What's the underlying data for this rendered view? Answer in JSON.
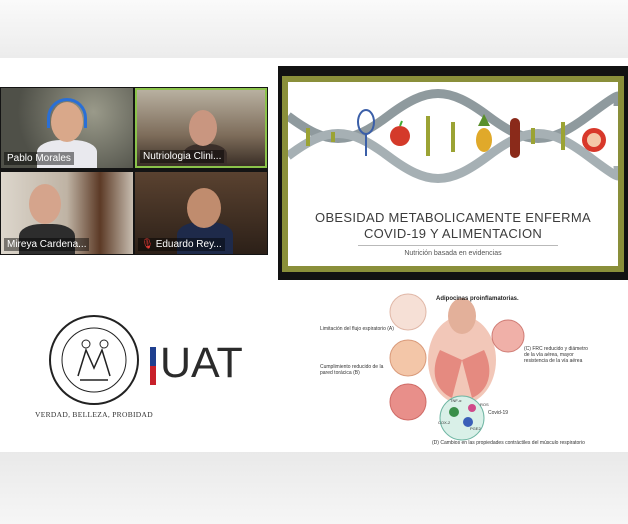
{
  "meeting": {
    "participants": [
      {
        "name": "Pablo Morales",
        "muted": false
      },
      {
        "name": "Nutriologia Clini...",
        "muted": false
      },
      {
        "name": "Mireya Cardena...",
        "muted": false
      },
      {
        "name": "Eduardo Rey...",
        "muted": true
      }
    ]
  },
  "slide": {
    "title_line1": "OBESIDAD METABOLICAMENTE ENFERMA",
    "title_line2": "COVID-19 Y ALIMENTACION",
    "subtitle": "Nutrición basada en evidencias"
  },
  "logos": {
    "seal_caption": "VERDAD, BELLEZA, PROBIDAD",
    "uat_text": "UAT"
  },
  "diagram": {
    "title": "Adipocinas proinflamatorias.",
    "labels": {
      "a": "Limitación del flujo espiratorio",
      "a_letter": "(A)",
      "b": "Cumplimiento reducido de la pared torácica",
      "b_letter": "(B)",
      "c": "FRC reducido y diámetro de la vía aérea, mayor resistencia de la vía aérea",
      "c_letter": "(C)",
      "d": "Cambios en las propiedades contráctiles del músculo respiratorio",
      "d_letter": "(D)",
      "covid": "Covid-19",
      "tnf": "TNF-α",
      "cox2": "COX-2",
      "pge2": "PGE2",
      "ros": "ROS"
    }
  },
  "colors": {
    "slide_border": "#8a8f3a",
    "speaker_highlight": "#8bc34a",
    "muted_icon": "#e53935"
  }
}
